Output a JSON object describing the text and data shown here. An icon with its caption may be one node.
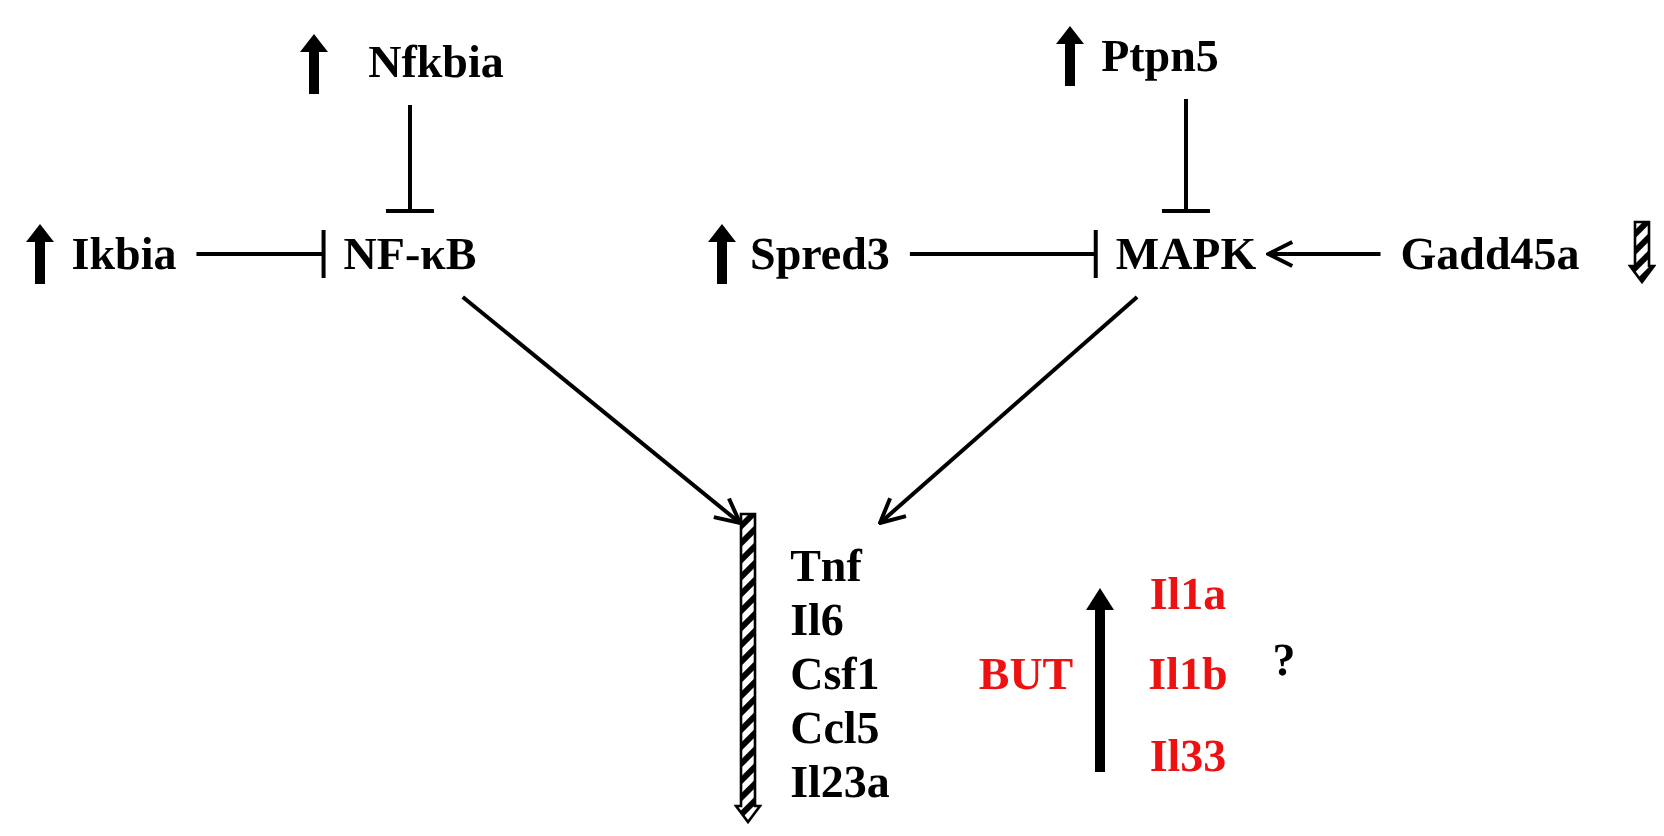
{
  "diagram": {
    "nodes": [
      {
        "text": [
          "Nfkbia"
        ]
      },
      {
        "text": [
          "Ikbia"
        ]
      },
      {
        "text": [
          "NF-κB"
        ]
      },
      {
        "text": [
          "Ptpn5"
        ]
      },
      {
        "text": [
          "Spred3"
        ]
      },
      {
        "text": [
          "MAPK"
        ]
      },
      {
        "text": [
          "Gadd45a"
        ]
      },
      {
        "text": [
          "Tnf",
          "Il6",
          "Csf1",
          "Ccl5",
          "Il23a"
        ]
      }
    ],
    "edges": [
      {
        "from": 0,
        "to": 2,
        "arrow": "other"
      },
      {
        "from": 1,
        "to": 2,
        "arrow": "other"
      },
      {
        "from": 3,
        "to": 5,
        "arrow": "other"
      },
      {
        "from": 4,
        "to": 5,
        "arrow": "other"
      },
      {
        "from": 6,
        "to": 5,
        "arrow": "to"
      },
      {
        "from": 2,
        "to": 7,
        "arrow": "to"
      },
      {
        "from": 5,
        "to": 7,
        "arrow": "to"
      }
    ],
    "labels": [
      "BUT",
      "Il1a",
      "Il1b",
      "Il33",
      "?"
    ]
  }
}
